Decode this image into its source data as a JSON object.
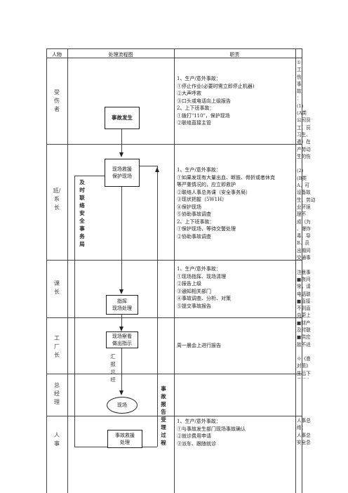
{
  "headers": {
    "role": "人物",
    "flow": "处理流程图",
    "duty": "职责"
  },
  "roles": [
    {
      "name": "受伤者"
    },
    {
      "name": "班/系长"
    },
    {
      "name": "课长"
    },
    {
      "name": "工厂长"
    },
    {
      "name": "总经理"
    },
    {
      "name": "人事"
    }
  ],
  "flow": {
    "accident_box": "事故发生",
    "rescue_box": [
      "现场救援",
      "保护现场"
    ],
    "command_box": [
      "指挥",
      "现场处理"
    ],
    "inspect_box": [
      "现场察看",
      "做出指示"
    ],
    "scene_ellipse": "现场",
    "hr_box": [
      "事故救援",
      "处理"
    ],
    "report_left": "及时联络安全事务局",
    "report_right": "事故报告受理过程",
    "summary_text": "汇报总经"
  },
  "duties": {
    "injured": [
      "1、生产/意外事故：",
      "①停止作业(必要时需立即停止机器)",
      "②大声呼救",
      "③口头或电话向上级报告",
      "2、上下班事故：",
      "①拨打\"110\"，保护现场",
      "②联络直接主管"
    ],
    "leader": [
      "1、生产/意外事故：",
      "①如果发现有大量出血、断肢、骨折或者休克",
      "等严重情况的，应立即救护",
      "②联络人事总务课（安全事务局）",
      "③现状把握（5W1H）",
      "④保护现场",
      "⑤协助事故调查",
      "2、上下班事故：",
      "①保护现场，等待交警处理",
      "②协助事故调查"
    ],
    "section": [
      "1、生产/意外事故：",
      "①现场指挥、现场清理",
      "②报告上级",
      "③通知相关部门",
      "④事故调查、分析、对策",
      "⑤提交事故报告"
    ],
    "plant": "周一晨会上进行报告",
    "hr": [
      "1、生产/意外事故：",
      "①与事故发生部门现场事故确认",
      "②就诊费用申请",
      "③派车、跟随就诊"
    ]
  },
  "notes": [
    "①",
    "工",
    "伤",
    "事",
    "故",
    "：",
    "(1)",
    "(A类",
    "公司员",
    "工、员",
    "习生、",
    "遣）在",
    "产劳动",
    "生的伤",
    "",
    "(2)",
    "(B类",
    "A、可",
    "设备故",
    "生、劳动",
    "业环境",
    "理不",
    "成（为",
    "、爆炸",
    "毒、导",
    "B、员",
    "出期间",
    "交通事",
    "",
    "注意事",
    "■夜间",
    "常，请",
    "电话联",
    "■直接",
    "不到直",
    "向更上",
    "■财产",
    "及时联",
    "■供应",
    "故不适",
    "",
    "※《意",
    "对策》",
    "生后下",
    "日提交"
  ],
  "hr_notes": [
    "人事总",
    "络：",
    "人事总",
    "安全总"
  ]
}
